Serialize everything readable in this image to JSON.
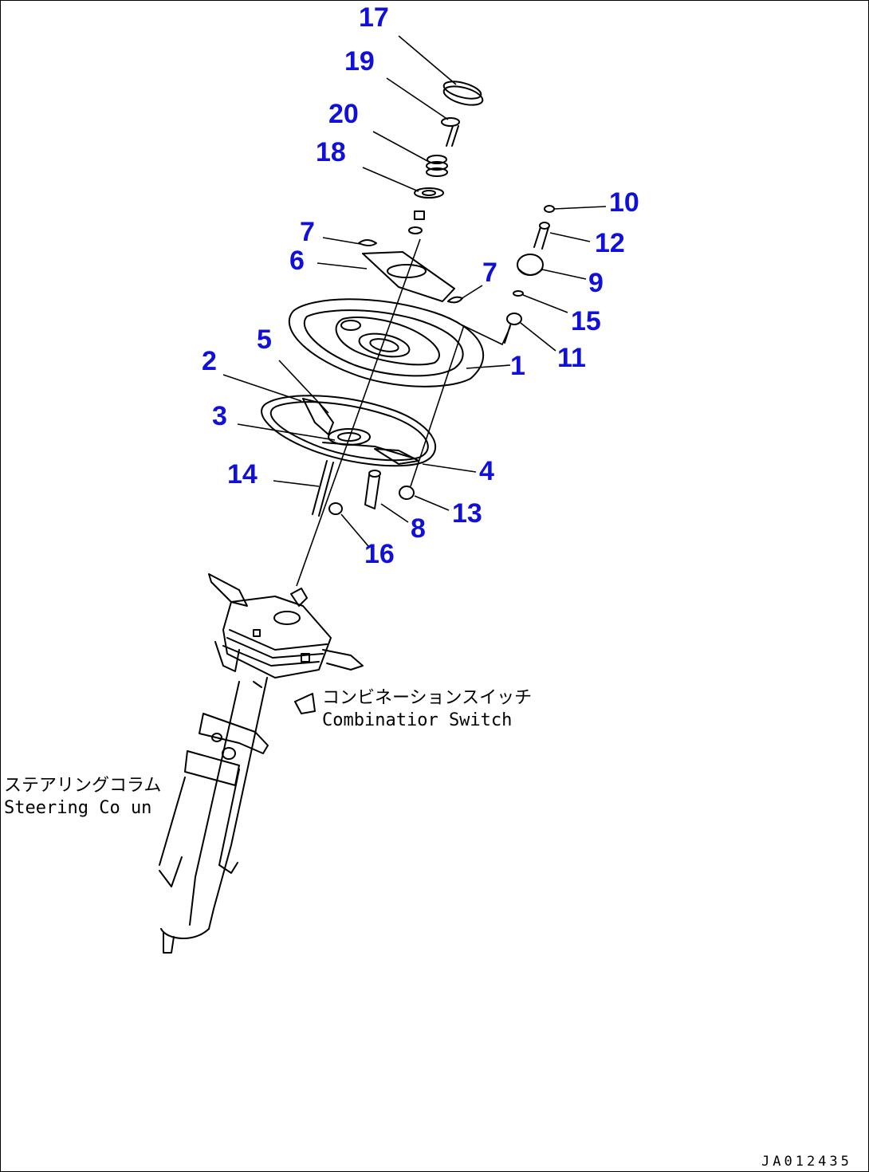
{
  "callouts": [
    "17",
    "19",
    "20",
    "18",
    "10",
    "12",
    "7",
    "6",
    "7",
    "9",
    "15",
    "11",
    "1",
    "5",
    "2",
    "3",
    "4",
    "14",
    "13",
    "8",
    "16"
  ],
  "labels": {
    "combination_switch_jp": "コンビネーションスイッチ",
    "combination_switch_en": "Combinatior Switch",
    "steering_column_jp": "ステアリングコラム",
    "steering_column_en": "Steering Co un"
  },
  "drawing_code": "JA012435",
  "colors": {
    "callout": "#1010d8",
    "line": "#000000"
  }
}
